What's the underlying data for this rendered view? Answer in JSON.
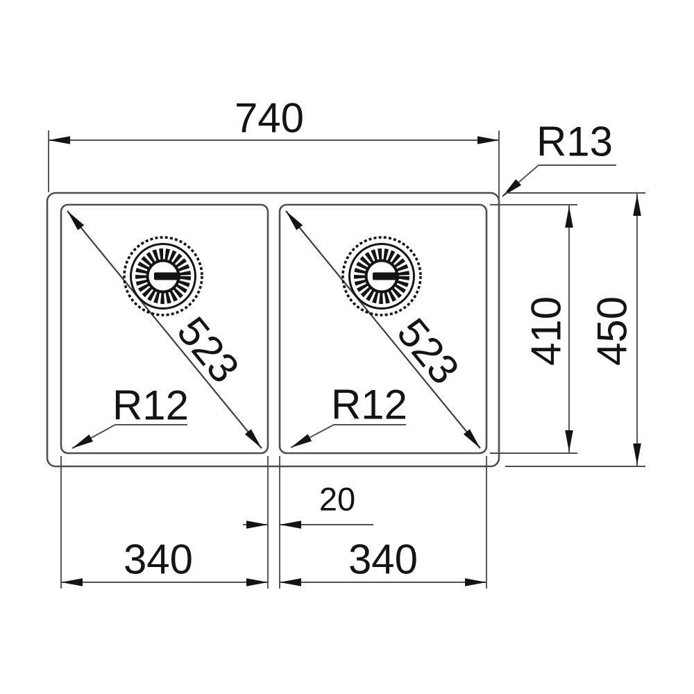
{
  "drawing": {
    "type": "technical-dimension-drawing",
    "subject": "double-bowl sink top view",
    "colors": {
      "background": "#ffffff",
      "line": "#4f4f4f",
      "text": "#141414",
      "arrow": "#141414"
    },
    "labels": {
      "overall_width": "740",
      "outer_corner_radius": "R13",
      "inner_depth": "410",
      "overall_depth": "450",
      "bowl_diagonal_left": "523",
      "bowl_diagonal_right": "523",
      "bowl_corner_radius_left": "R12",
      "bowl_corner_radius_right": "R12",
      "bowl_gap": "20",
      "bowl_width_left": "340",
      "bowl_width_right": "340"
    }
  }
}
